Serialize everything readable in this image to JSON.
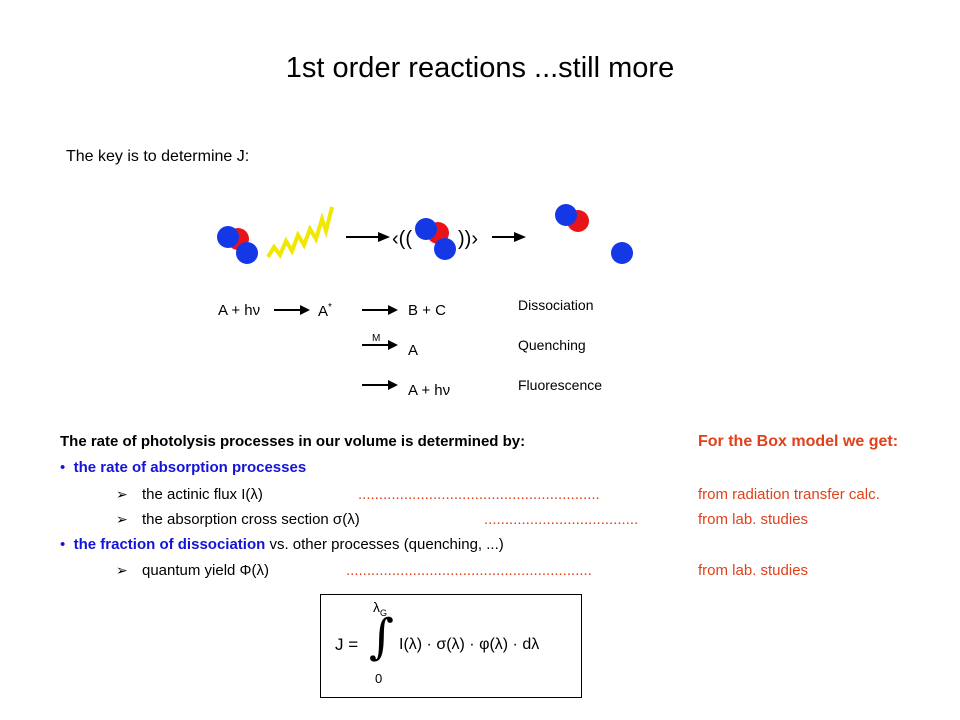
{
  "title": {
    "main": "1st order reactions",
    "sub": " ...still more"
  },
  "key_text": "The key is to determine J:",
  "reactions": {
    "reactant": "A + hν",
    "intermediate": "A",
    "intermediate_sup": "*",
    "products": [
      "B + C",
      "A",
      "A + hν"
    ],
    "quench_label": "M",
    "processes": [
      "Dissociation",
      "Quenching",
      "Fluorescence"
    ]
  },
  "rate_heading": "The rate of photolysis processes in our volume is determined by:",
  "bullet_1": "the rate of absorption processes",
  "sub_1": {
    "text": "the actinic flux  I(λ)",
    "dots": "..........................................................",
    "source": "from radiation transfer calc."
  },
  "sub_2": {
    "text": "the absorption cross section σ(λ)",
    "dots": ".....................................",
    "source": "from lab. studies"
  },
  "bullet_2": {
    "highlight": "the fraction of dissociation",
    "rest": " vs. other processes (quenching, ...)"
  },
  "sub_3": {
    "text": "quantum yield Φ(λ)",
    "dots": "...........................................................",
    "source": "from lab. studies"
  },
  "box_model_heading": "For the Box model we get:",
  "formula": {
    "lhs": "J =",
    "upper": "λ",
    "upper_sub": "G",
    "lower": "0",
    "integrand": "I(λ) · σ(λ) · φ(λ) · dλ"
  },
  "colors": {
    "heading_blue": "#1414d8",
    "source_orange": "#e0401a",
    "atom_red": "#e8141a",
    "atom_blue": "#1438e6",
    "photon_yellow": "#f0e800"
  }
}
